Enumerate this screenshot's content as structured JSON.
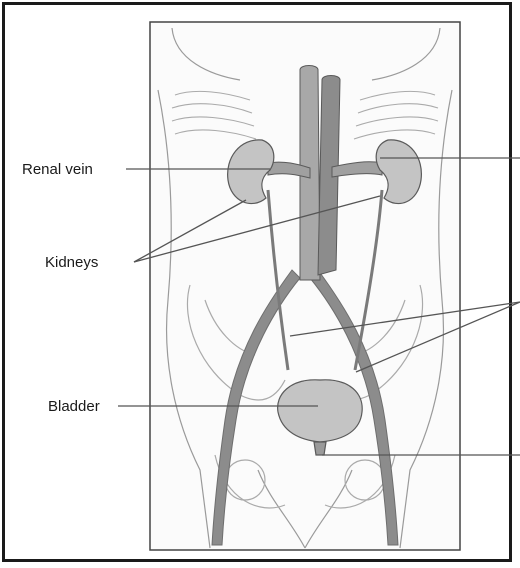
{
  "labels": {
    "renal_vein": "Renal vein",
    "kidneys": "Kidneys",
    "bladder": "Bladder"
  },
  "colors": {
    "outline": "#5a5a5a",
    "vessel": "#8c8c8c",
    "vessel_dark": "#6e6e6e",
    "organ": "#c4c4c4",
    "leader": "#555555",
    "frame": "#1a1a1a"
  }
}
